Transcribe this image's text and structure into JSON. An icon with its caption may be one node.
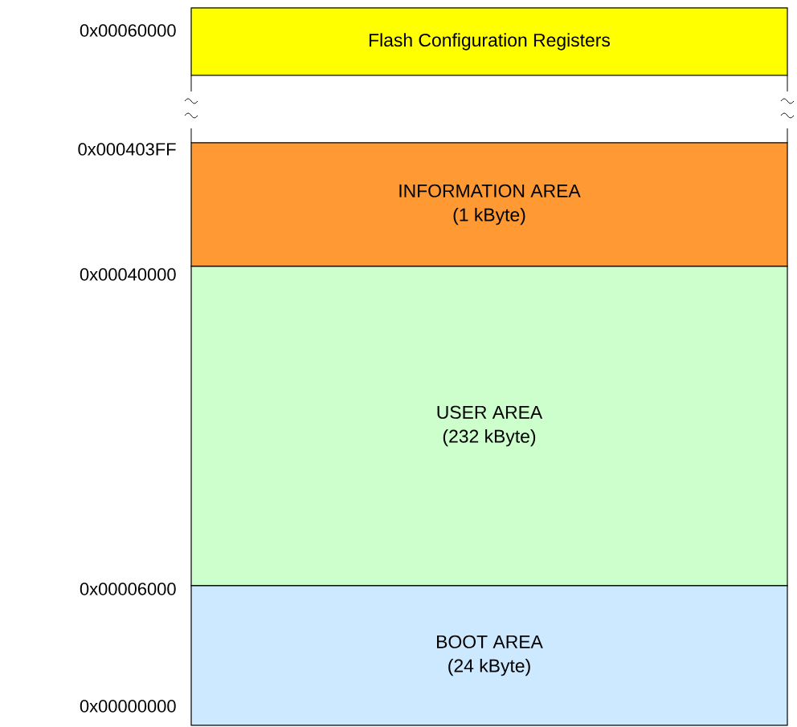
{
  "diagram": {
    "nodes": [
      {
        "text": [
          "Flash Configuration Registers"
        ]
      },
      {
        "text": [
          "INFORMATION AREA",
          "(1 kByte)"
        ]
      },
      {
        "text": [
          "USER AREA",
          "(232 kByte)"
        ]
      },
      {
        "text": [
          "BOOT AREA",
          "(24 kByte)"
        ]
      }
    ],
    "labels": [
      "0x00060000",
      "0x000403FF",
      "0x00040000",
      "0x00006000",
      "0x00000000"
    ]
  }
}
